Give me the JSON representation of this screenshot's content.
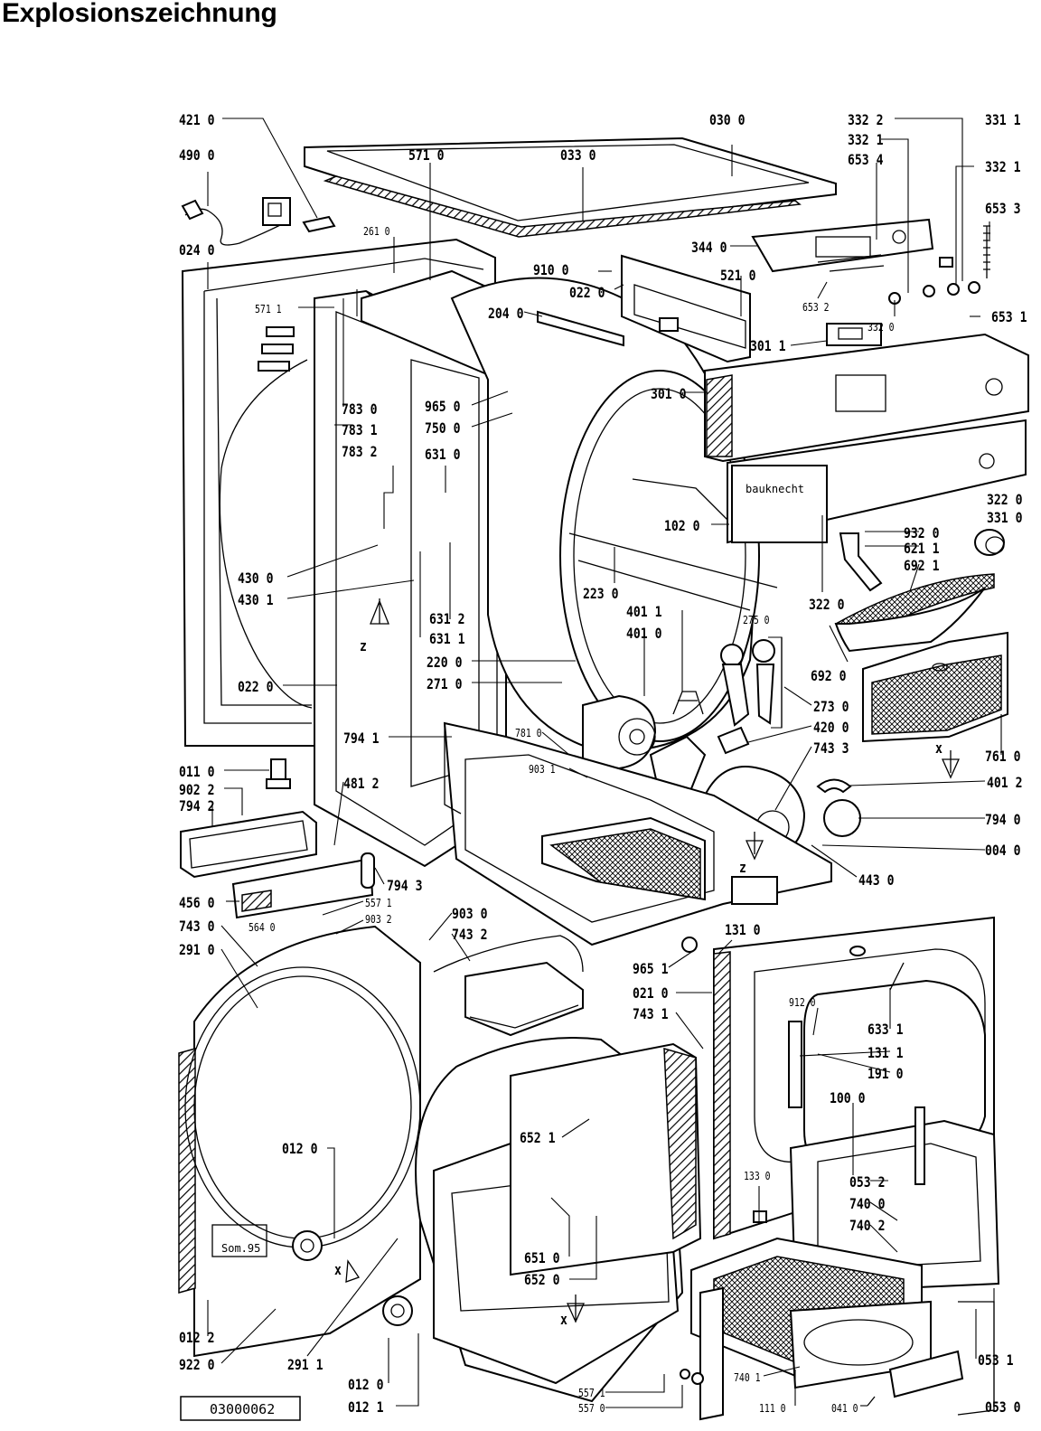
{
  "page": {
    "title": "Explosionszeichnung",
    "drawing_number": "03000062"
  },
  "diagram": {
    "kind": "exploded parts view (tumble dryer)",
    "callouts": [
      "421 0",
      "490 0",
      "024 0",
      "571 1",
      "571 0",
      "261 0",
      "030 0",
      "033 0",
      "332 2",
      "331 1",
      "332 1",
      "653 4",
      "332 1",
      "653 3",
      "344 0",
      "910 0",
      "022 0",
      "521 0",
      "653 2",
      "332 0",
      "653 1",
      "204 0",
      "301 1",
      "301 0",
      "783 0",
      "783 1",
      "783 2",
      "965 0",
      "750 0",
      "631 0",
      "102 0",
      "322 0",
      "331 0",
      "932 0",
      "621 1",
      "692 1",
      "322 0",
      "430 0",
      "430 1",
      "223 0",
      "631 2",
      "631 1",
      "401 1",
      "401 0",
      "275 0",
      "692 0",
      "022 0",
      "220 0",
      "271 0",
      "273 0",
      "420 0",
      "743 3",
      "794 1",
      "781 0",
      "761 0",
      "903 1",
      "401 2",
      "011 0",
      "902 2",
      "794 2",
      "481 2",
      "794 0",
      "004 0",
      "794 3",
      "443 0",
      "456 0",
      "557 1",
      "903 2",
      "564 0",
      "903 0",
      "743 2",
      "743 0",
      "291 0",
      "131 0",
      "965 1",
      "021 0",
      "743 1",
      "912 0",
      "633 1",
      "131 1",
      "191 0",
      "652 1",
      "100 0",
      "012 0",
      "133 0",
      "053 2",
      "740 0",
      "740 2",
      "651 0",
      "652 0",
      "012 2",
      "922 0",
      "291 1",
      "012 0",
      "012 1",
      "740 1",
      "053 1",
      "557 1",
      "557 0",
      "111 0",
      "041 0",
      "053 0"
    ],
    "markers": [
      "z",
      "z",
      "x",
      "x",
      "x"
    ],
    "nameplate_text": "Som.95"
  }
}
